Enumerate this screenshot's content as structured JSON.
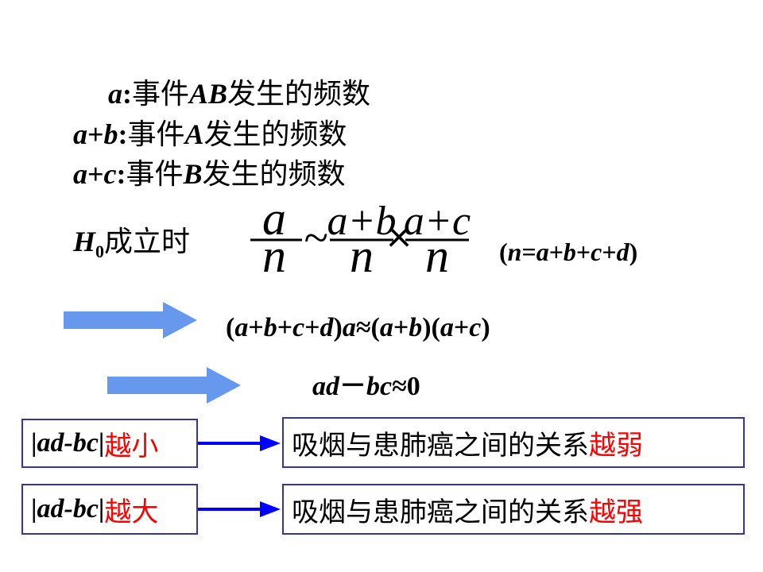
{
  "definitions": [
    {
      "var": "a",
      "sep": ":",
      "label_pre": "事件",
      "event": "AB",
      "label_post": "发生的频数"
    },
    {
      "var_a": "a",
      "plus": "+",
      "var_b": "b",
      "sep": ":",
      "label_pre": "事件",
      "event": "A",
      "label_post": "发生的频数"
    },
    {
      "var_a": "a",
      "plus": "+",
      "var_b": "c",
      "sep": ":",
      "label_pre": "事件",
      "event": "B",
      "label_post": "发生的频数"
    }
  ],
  "hypothesis": {
    "symbol": "H",
    "subscript": "0",
    "label": "成立时"
  },
  "fraction": {
    "num1": "a",
    "den1": "n",
    "approx": "~",
    "num2": "a+b",
    "den2": "n",
    "times": "×",
    "num3": "a+c",
    "den3": "n"
  },
  "n_def": {
    "open": "(",
    "n": "n",
    "eq": "=",
    "a": "a",
    "p1": "+",
    "b": "b",
    "p2": "+",
    "c": "c",
    "p3": "+",
    "d": "d",
    "close": ")"
  },
  "eq1": {
    "p0": "(",
    "a": "a",
    "p1": "+",
    "b": "b",
    "p2": "+",
    "c": "c",
    "p3": "+",
    "d": "d",
    "p4": ")",
    "a2": "a",
    "approx": "≈(",
    "a3": "a",
    "p5": "+",
    "b2": "b",
    "p6": ")(",
    "a4": "a",
    "p7": "+",
    "c2": "c",
    "p8": ")"
  },
  "eq2": {
    "ad": "ad",
    "minus": "－",
    "bc": "bc",
    "approx": "≈0"
  },
  "rows": [
    {
      "bar1": "|",
      "expr": "ad-bc",
      "bar2": "|",
      "qualifier": "越小",
      "result_pre": "吸烟与患肺癌之间的关系",
      "result_em": "越弱"
    },
    {
      "bar1": "|",
      "expr": "ad-bc",
      "bar2": "|",
      "qualifier": "越大",
      "result_pre": "吸烟与患肺癌之间的关系",
      "result_em": "越强"
    }
  ],
  "colors": {
    "arrow_fill": "#6699ee",
    "link_arrow": "#0000ff",
    "box_border": "#3333aa",
    "emphasis": "#ff0000"
  }
}
